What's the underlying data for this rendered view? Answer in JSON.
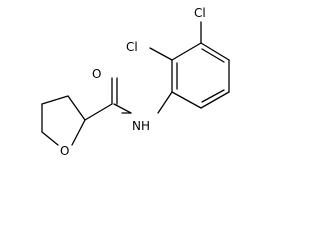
{
  "molecule": {
    "atoms": {
      "cl_top": "Cl",
      "cl_left": "Cl",
      "carbonyl_o": "O",
      "amide_nh": "NH",
      "ring_o": "O"
    },
    "colors": {
      "bond": "#000000",
      "label": "#000000",
      "background": "#ffffff"
    }
  }
}
